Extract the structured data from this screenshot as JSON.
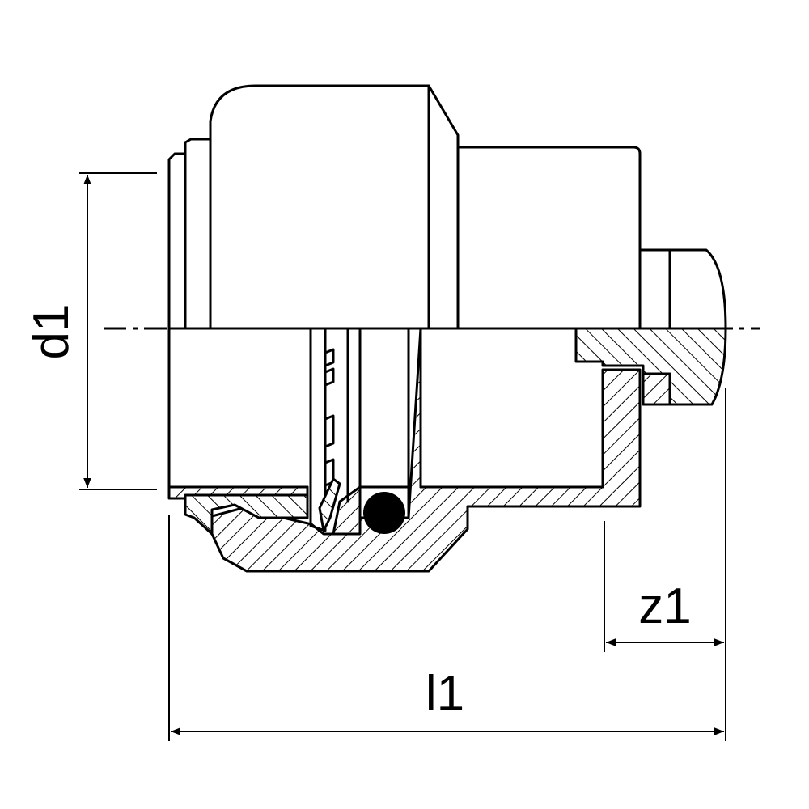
{
  "drawing": {
    "labels": {
      "d1": "d1",
      "z1": "z1",
      "l1": "l1"
    },
    "colors": {
      "line": "#000000",
      "background": "#ffffff"
    }
  }
}
